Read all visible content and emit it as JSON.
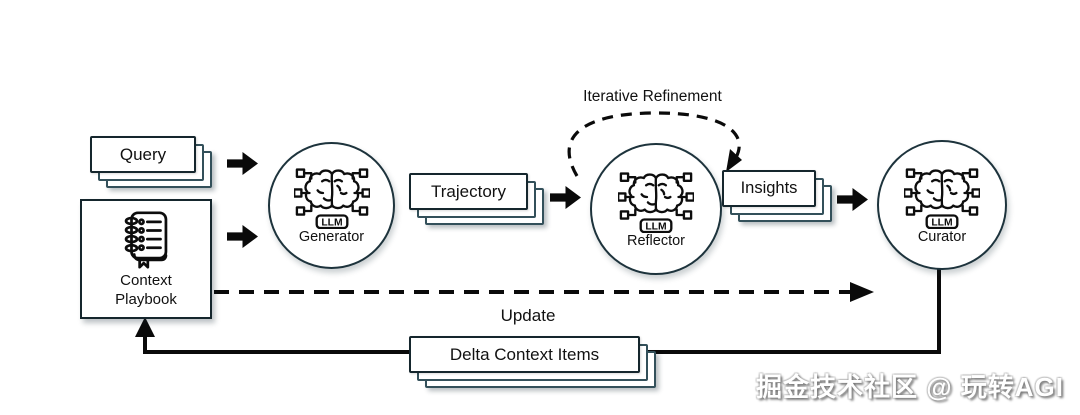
{
  "diagram": {
    "boxes": {
      "query": "Query",
      "trajectory": "Trajectory",
      "insights": "Insights",
      "delta": "Delta Context Items"
    },
    "playbook": {
      "line1": "Context",
      "line2": "Playbook"
    },
    "circles": {
      "generator": {
        "badge": "LLM",
        "name": "Generator"
      },
      "reflector": {
        "badge": "LLM",
        "name": "Reflector"
      },
      "curator": {
        "badge": "LLM",
        "name": "Curator"
      }
    },
    "labels": {
      "iterative_refinement": "Iterative Refinement",
      "update": "Update"
    },
    "watermark": "掘金技术社区 @ 玩转AGI",
    "colors": {
      "stroke": "#15262d",
      "arrow": "#0a0a0a",
      "background": "#ffffff"
    }
  }
}
